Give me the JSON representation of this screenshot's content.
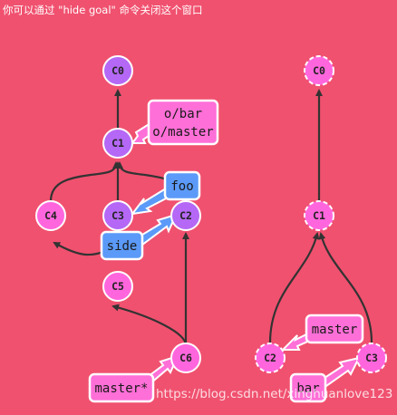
{
  "hint_text": "你可以通过 \"hide goal\" 命令关闭这个窗口",
  "watermark": "https://blog.csdn.net/xinghuanlove123",
  "colors": {
    "background": "#f0516f",
    "commit": "#b568f5",
    "commit_ghost": "#ff66dd",
    "local_branch": "#ff6fd8",
    "remote_branch": "#ff6fd8",
    "other_branch": "#5b9af8",
    "edge": "#333333"
  },
  "current_graph": {
    "commits": [
      {
        "id": "C0",
        "style": "normal"
      },
      {
        "id": "C1",
        "style": "normal"
      },
      {
        "id": "C4",
        "style": "pink"
      },
      {
        "id": "C3",
        "style": "normal"
      },
      {
        "id": "C2",
        "style": "normal"
      },
      {
        "id": "C5",
        "style": "pink"
      },
      {
        "id": "C6",
        "style": "pink"
      }
    ],
    "branches": [
      {
        "label": "o/bar\no/master",
        "style": "pink"
      },
      {
        "label": "foo",
        "style": "blue"
      },
      {
        "label": "side",
        "style": "blue"
      },
      {
        "label": "master*",
        "style": "pink"
      }
    ]
  },
  "goal_graph": {
    "commits": [
      {
        "id": "C0"
      },
      {
        "id": "C1"
      },
      {
        "id": "C2"
      },
      {
        "id": "C3"
      }
    ],
    "branches": [
      {
        "label": "master"
      },
      {
        "label": "bar"
      }
    ]
  }
}
